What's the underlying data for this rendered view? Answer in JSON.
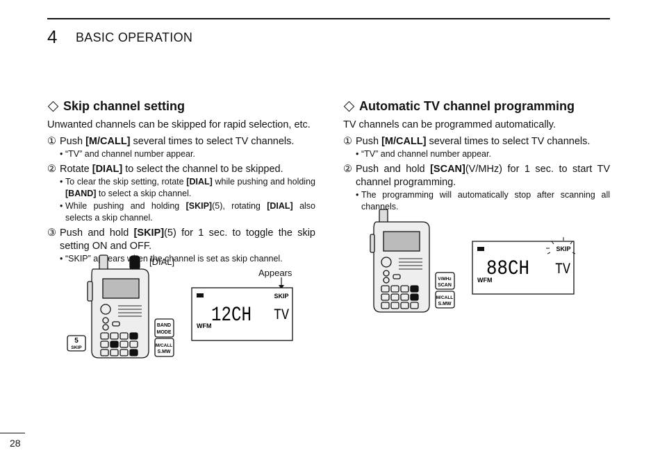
{
  "header": {
    "chapter_number": "4",
    "chapter_title": "BASIC OPERATION"
  },
  "left": {
    "title": "Skip channel setting",
    "intro": "Unwanted channels can be skipped for rapid selection, etc.",
    "s1_num": "①",
    "s1_a": "Push ",
    "s1_b": "[M/CALL]",
    "s1_c": " several times to select TV channels.",
    "s1_bul": "“TV” and channel number appear.",
    "s2_num": "②",
    "s2_a": "Rotate ",
    "s2_b": "[DIAL]",
    "s2_c": " to select the channel to be skipped.",
    "s2_bul1_a": "To clear the skip setting, rotate ",
    "s2_bul1_b": "[DIAL]",
    "s2_bul1_c": " while pushing and holding ",
    "s2_bul1_d": "[BAND]",
    "s2_bul1_e": " to select a skip channel.",
    "s2_bul2_a": "While pushing and holding ",
    "s2_bul2_b": "[SKIP]",
    "s2_bul2_c": "(5), rotating ",
    "s2_bul2_d": "[DIAL]",
    "s2_bul2_e": " also selects a skip channel.",
    "s3_num": "③",
    "s3_a": "Push and hold ",
    "s3_b": "[SKIP]",
    "s3_c": "(5) for 1 sec. to toggle the skip setting ON and OFF.",
    "s3_bul": "“SKIP” appears when the channel is set as skip channel.",
    "dial_label": "[DIAL]",
    "appears_label": "Appears",
    "key_band": "BAND",
    "key_mode": "MODE",
    "key_mcall": "M/CALL",
    "key_smw": "S.MW",
    "key_5": "5",
    "key_skip": "SKIP",
    "lcd_skip": "SKIP",
    "lcd_channel": "12CH",
    "lcd_tv": "TV",
    "lcd_wfm": "WFM"
  },
  "right": {
    "title": "Automatic TV channel programming",
    "intro": "TV channels can be programmed automatically.",
    "s1_num": "①",
    "s1_a": "Push ",
    "s1_b": "[M/CALL]",
    "s1_c": " several times to select TV channels.",
    "s1_bul": "“TV” and channel number appear.",
    "s2_num": "②",
    "s2_a": "Push and hold ",
    "s2_b": "[SCAN]",
    "s2_c": "(V/MHz) for 1 sec. to start TV channel programming.",
    "s2_bul": "The programming will automatically stop after scanning all channels.",
    "key_vmhz": "V/MHz",
    "key_scan": "SCAN",
    "key_mcall": "M/CALL",
    "key_smw": "S.MW",
    "lcd_skip": "SKIP",
    "lcd_channel": "88CH",
    "lcd_tv": "TV",
    "lcd_wfm": "WFM"
  },
  "footer": {
    "page_number": "28"
  }
}
